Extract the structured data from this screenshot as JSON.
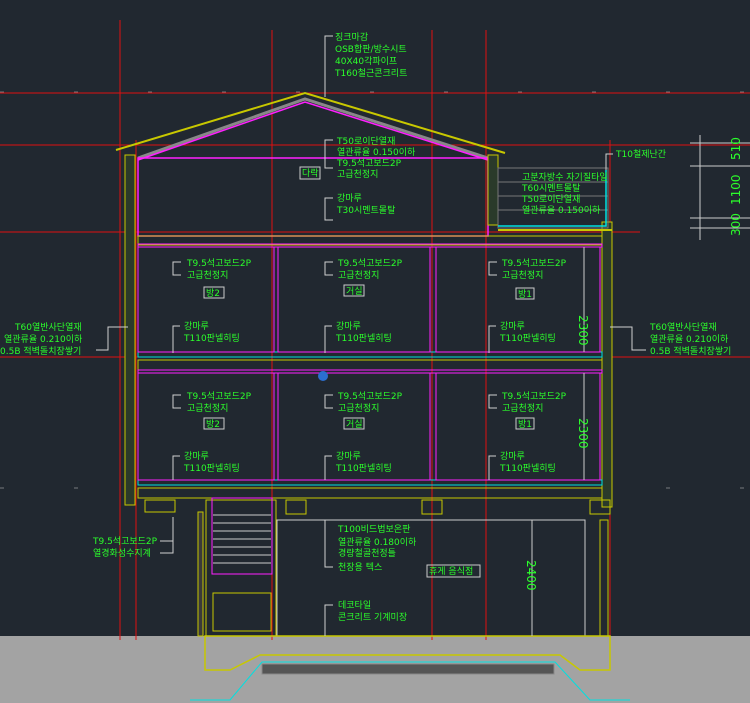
{
  "title": "주택 단면도",
  "roof_notes": [
    "징크마감",
    "OSB합판/방수시트",
    "40X40각파이프",
    "T160철근콘크리트"
  ],
  "attic": {
    "ceiling_notes": [
      "T50로이단열재",
      "열관류율 0.150이하",
      "T9.5석고보드2P",
      "고급천정지"
    ],
    "floor_notes": [
      "강마루",
      "T30시멘트몰탈"
    ],
    "room_tag": "다락"
  },
  "terrace": {
    "rail_note": "T10철제난간",
    "notes": [
      "고분자방수 자기질타일",
      "T60시멘트몰탈",
      "T50로이단열재",
      "열관류율 0.150이하"
    ]
  },
  "floor2": {
    "rooms": [
      {
        "tag": "방2",
        "ceiling": [
          "T9.5석고보드2P",
          "고급천정지"
        ],
        "floor": [
          "강마루",
          "T110판넬히팅"
        ]
      },
      {
        "tag": "거실",
        "ceiling": [
          "T9.5석고보드2P",
          "고급천정지"
        ],
        "floor": [
          "강마루",
          "T110판넬히팅"
        ]
      },
      {
        "tag": "방1",
        "ceiling": [
          "T9.5석고보드2P",
          "고급천정지"
        ],
        "floor": [
          "강마루",
          "T110판넬히팅"
        ]
      }
    ],
    "height_dim": "2300"
  },
  "floor1": {
    "rooms": [
      {
        "tag": "방2",
        "ceiling": [
          "T9.5석고보드2P",
          "고급천정지"
        ],
        "floor": [
          "강마루",
          "T110판넬히팅"
        ]
      },
      {
        "tag": "거실",
        "ceiling": [
          "T9.5석고보드2P",
          "고급천정지"
        ],
        "floor": [
          "강마루",
          "T110판넬히팅"
        ]
      },
      {
        "tag": "방1",
        "ceiling": [
          "T9.5석고보드2P",
          "고급천정지"
        ],
        "floor": [
          "강마루",
          "T110판넬히팅"
        ]
      }
    ],
    "height_dim": "2300"
  },
  "wall_left_notes": [
    "T60열반사단열재",
    "열관류율 0.210이하",
    "0.5B 적벽돌치장쌓기"
  ],
  "wall_right_notes": [
    "T60열반사단열재",
    "열관류율 0.210이하",
    "0.5B 적벽돌치장쌓기"
  ],
  "ground": {
    "ceiling_notes": [
      "T100비드법보온판",
      "열관류율 0.180이하",
      "경량철골천정틀",
      "천장용 텍스"
    ],
    "floor_notes": [
      "데코타일",
      "콘크리트 기계미장"
    ],
    "room_tag": "휴게 음식점",
    "stair_wall_notes": [
      "T9.5석고보드2P",
      "열경화성수지계"
    ],
    "height_dim": "2400"
  },
  "right_dims": [
    "510",
    "1100",
    "300"
  ]
}
